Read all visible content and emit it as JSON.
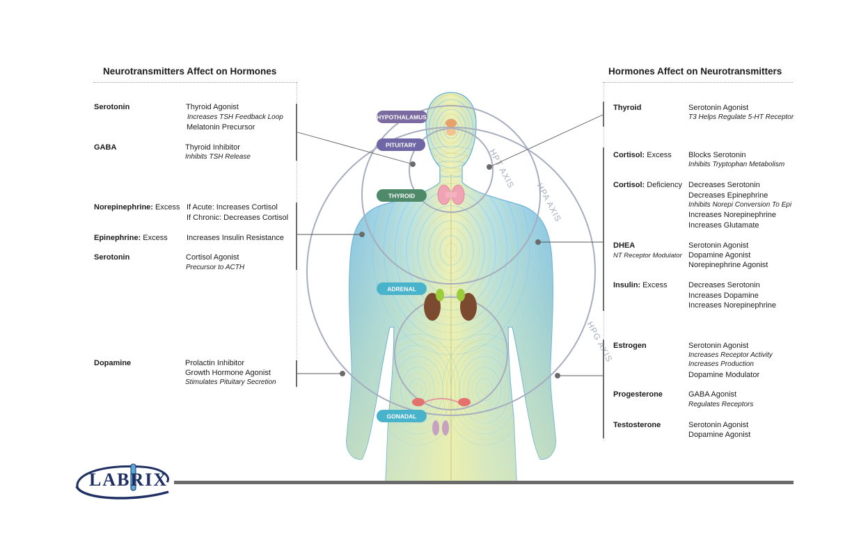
{
  "left_panel": {
    "title": "Neurotransmitters Affect on Hormones",
    "entries": [
      {
        "nt": "Serotonin",
        "nt_suffix": "",
        "lines": [
          {
            "text": "Thyroid Agonist",
            "italic": false
          },
          {
            "text": "Increases TSH Feedback Loop",
            "italic": true
          },
          {
            "text": "Melatonin Precursor",
            "italic": false
          }
        ]
      },
      {
        "nt": "GABA",
        "nt_suffix": "",
        "lines": [
          {
            "text": "Thyroid Inhibitor",
            "italic": false
          },
          {
            "text": "Inhibits TSH Release",
            "italic": true
          }
        ]
      },
      {
        "nt": "Norepinephrine:",
        "nt_suffix": "Excess",
        "lines": [
          {
            "text": "If Acute: Increases Cortisol",
            "italic": false
          },
          {
            "text": "If Chronic: Decreases Cortisol",
            "italic": false
          }
        ]
      },
      {
        "nt": "Epinephrine:",
        "nt_suffix": "Excess",
        "lines": [
          {
            "text": "Increases Insulin Resistance",
            "italic": false
          }
        ]
      },
      {
        "nt": "Serotonin",
        "nt_suffix": "",
        "lines": [
          {
            "text": "Cortisol Agonist",
            "italic": false
          },
          {
            "text": "Precursor to ACTH",
            "italic": true
          }
        ]
      },
      {
        "nt": "Dopamine",
        "nt_suffix": "",
        "lines": [
          {
            "text": "Prolactin Inhibitor",
            "italic": false
          },
          {
            "text": "Growth Hormone Agonist",
            "italic": false
          },
          {
            "text": "Stimulates Pituitary Secretion",
            "italic": true
          }
        ]
      }
    ]
  },
  "right_panel": {
    "title": "Hormones Affect on Neurotransmitters",
    "entries": [
      {
        "hormone": "Thyroid",
        "hormone_suffix": "",
        "lines": [
          {
            "text": "Serotonin Agonist",
            "italic": false
          },
          {
            "text": "T3 Helps Regulate 5-HT Receptor",
            "italic": true
          }
        ]
      },
      {
        "hormone": "Cortisol:",
        "hormone_suffix": "Excess",
        "lines": [
          {
            "text": "Blocks Serotonin",
            "italic": false
          },
          {
            "text": "Inhibits Tryptophan Metabolism",
            "italic": true
          }
        ]
      },
      {
        "hormone": "Cortisol:",
        "hormone_suffix": "Deficiency",
        "lines": [
          {
            "text": "Decreases Serotonin",
            "italic": false
          },
          {
            "text": "Decreases Epinephrine",
            "italic": false
          },
          {
            "text": "Inhibits Norepi Conversion To Epi",
            "italic": true
          },
          {
            "text": "Increases Norepinephrine",
            "italic": false
          },
          {
            "text": "Increases Glutamate",
            "italic": false
          }
        ]
      },
      {
        "hormone": "DHEA",
        "hormone_suffix": "",
        "sub": "NT Receptor Modulator",
        "lines": [
          {
            "text": "Serotonin Agonist",
            "italic": false
          },
          {
            "text": "Dopamine Agonist",
            "italic": false
          },
          {
            "text": "Norepinephrine Agonist",
            "italic": false
          }
        ]
      },
      {
        "hormone": "Insulin:",
        "hormone_suffix": "Excess",
        "lines": [
          {
            "text": "Decreases Serotonin",
            "italic": false
          },
          {
            "text": "Increases Dopamine",
            "italic": false
          },
          {
            "text": "Increases Norepinephrine",
            "italic": false
          }
        ]
      },
      {
        "hormone": "Estrogen",
        "hormone_suffix": "",
        "lines": [
          {
            "text": "Serotonin Agonist",
            "italic": false
          },
          {
            "text": "Increases Receptor Activity",
            "italic": true
          },
          {
            "text": "Increases Production",
            "italic": true
          },
          {
            "text": "Dopamine Modulator",
            "italic": false
          }
        ]
      },
      {
        "hormone": "Progesterone",
        "hormone_suffix": "",
        "lines": [
          {
            "text": "GABA Agonist",
            "italic": false
          },
          {
            "text": "Regulates Receptors",
            "italic": true
          }
        ]
      },
      {
        "hormone": "Testosterone",
        "hormone_suffix": "",
        "lines": [
          {
            "text": "Serotonin Agonist",
            "italic": false
          },
          {
            "text": "Dopamine Agonist",
            "italic": false
          }
        ]
      }
    ]
  },
  "glands": {
    "hypothalamus": "HYPOTHALAMUS",
    "pituitary": "PITUITARY",
    "thyroid": "THYROID",
    "adrenal": "ADRENAL",
    "gonadal": "GONADAL"
  },
  "axes": {
    "hpt": "HPT AXIS",
    "hpa": "HPA AXIS",
    "hpg": "HPG AXIS"
  },
  "logo": {
    "text": "LABRIX"
  },
  "colors": {
    "hypothalamus_pill": "#7a6aa0",
    "pituitary_pill": "#6f66a6",
    "thyroid_pill": "#4e8a6a",
    "adrenal_pill": "#4ab3cc",
    "gonadal_pill": "#4ab3cc",
    "axis_circle": "#a6adbf",
    "body_blue": "#7fc7ea",
    "body_yellow": "#f1eca0",
    "bar_gray": "#6b6b6b",
    "logo_navy": "#1d2f63"
  }
}
